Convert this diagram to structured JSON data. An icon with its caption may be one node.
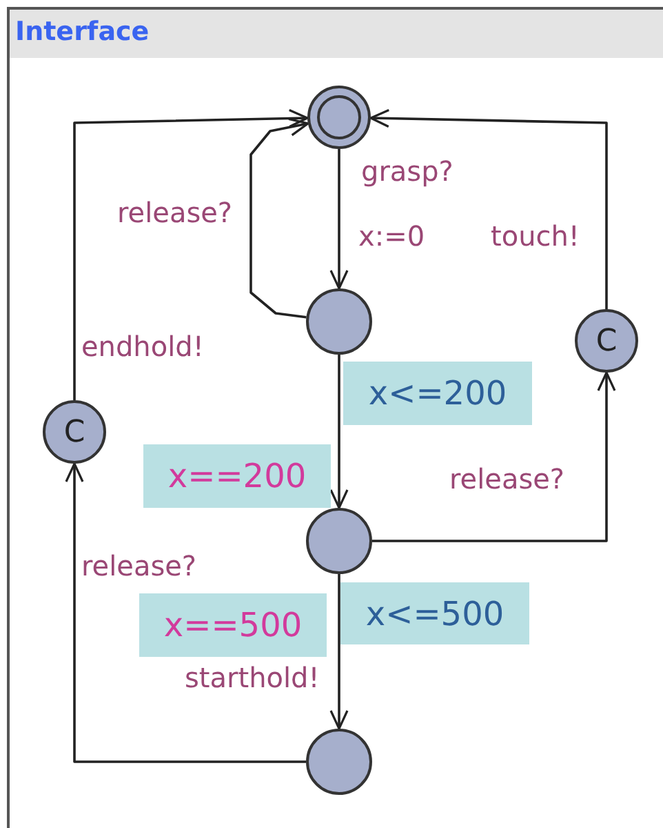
{
  "diagram": {
    "title": "Interface",
    "nodes": [
      {
        "text": [],
        "shape": "circle"
      },
      {
        "text": [],
        "shape": "circle",
        "beside": [
          "x<=200"
        ]
      },
      {
        "text": [],
        "shape": "circle",
        "beside": [
          "x<=500"
        ]
      },
      {
        "text": [],
        "shape": "circle"
      },
      {
        "text": [
          "C"
        ]
      },
      {
        "text": [
          "C"
        ]
      }
    ],
    "edges": [
      {
        "from": 0,
        "to": 1,
        "arrow": "to",
        "label": "grasp?"
      },
      {
        "from": 1,
        "to": 0,
        "arrow": "to",
        "label": "release?"
      },
      {
        "from": 1,
        "to": 2,
        "arrow": "to",
        "label": "x==200"
      },
      {
        "from": 2,
        "to": 4,
        "arrow": "to",
        "label": "release?"
      },
      {
        "from": 4,
        "to": 0,
        "arrow": "to",
        "label": "touch!"
      },
      {
        "from": 2,
        "to": 3,
        "arrow": "to",
        "label": "x==500"
      },
      {
        "from": 3,
        "to": 5,
        "arrow": "to",
        "label": "release?"
      },
      {
        "from": 5,
        "to": 0,
        "arrow": "to",
        "label": "endhold!"
      }
    ],
    "labels": [
      "x:=0",
      "starthold!"
    ]
  }
}
